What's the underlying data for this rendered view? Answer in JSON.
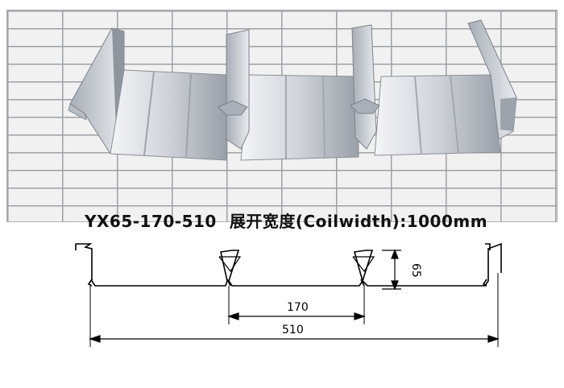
{
  "caption": {
    "model": "YX65-170-510",
    "description": "展开宽度(Coilwidth):1000mm"
  },
  "dimensions": {
    "height": "65",
    "pitch": "170",
    "total_width": "510"
  },
  "colors": {
    "grid_line": "#9fa0a3",
    "panel_background": "#f1f1f1",
    "metal_light": "#eef0f3",
    "metal_mid": "#c6cbd1",
    "metal_dark": "#8d939b",
    "line": "#000000"
  }
}
